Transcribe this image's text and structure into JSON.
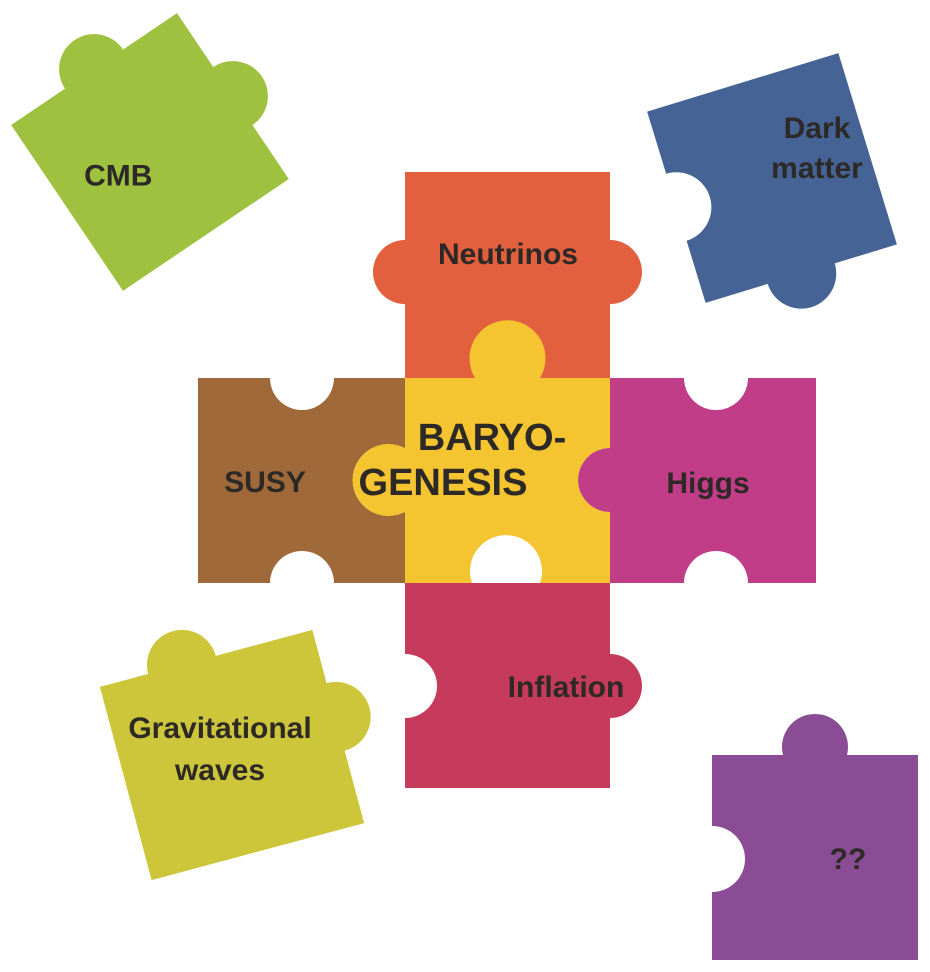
{
  "pieces": {
    "center": {
      "line1": "BARYO-",
      "line2": "GENESIS",
      "color": "#F4C431"
    },
    "neutrinos": {
      "label": "Neutrinos",
      "color": "#E2603E"
    },
    "susy": {
      "label": "SUSY",
      "color": "#A0693A"
    },
    "higgs": {
      "label": "Higgs",
      "color": "#C23D87"
    },
    "inflation": {
      "label": "Inflation",
      "color": "#C63A5C"
    },
    "cmb": {
      "label": "CMB",
      "color": "#9EC13F"
    },
    "dark_matter": {
      "line1": "Dark",
      "line2": "matter",
      "color": "#456395"
    },
    "gravitational_waves": {
      "line1": "Gravitational",
      "line2": "waves",
      "color": "#CDC63A"
    },
    "unknown": {
      "label": "??",
      "color": "#8A4C94"
    }
  }
}
